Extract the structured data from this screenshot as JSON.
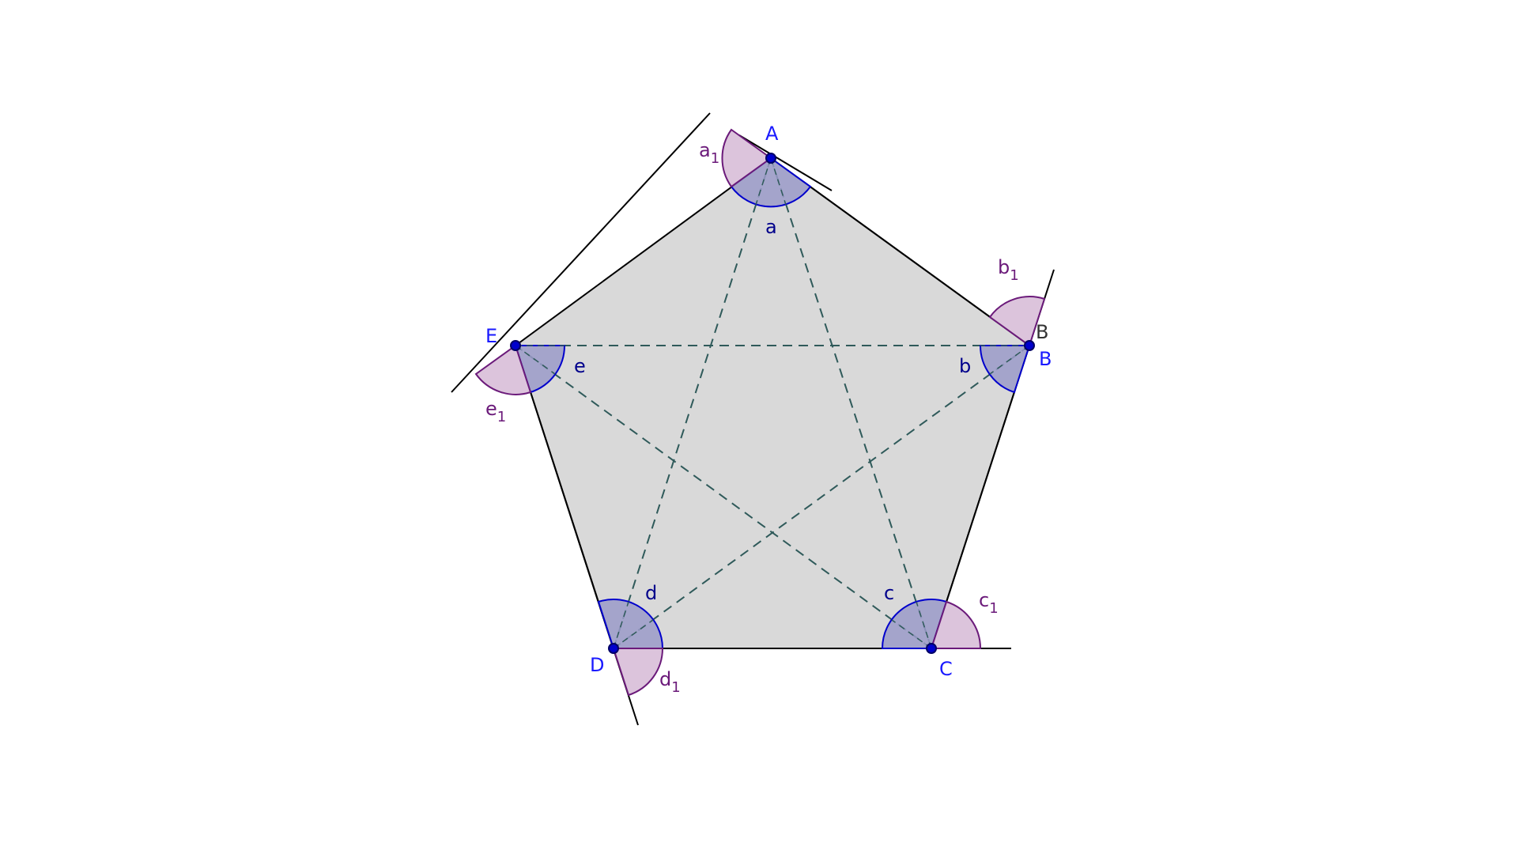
{
  "colors": {
    "fill": "#d9d9d9",
    "edge": "#000000",
    "dash": "#2f5a5a",
    "interior_fill": "#9a9ac8",
    "interior_stroke": "#0000cc",
    "exterior_fill": "#d8bed8",
    "exterior_stroke": "#6b1a7a",
    "vertex_label": "#1a1aff",
    "interior_label": "#00008b",
    "exterior_label": "#6b1a7a",
    "stray_label": "#333333",
    "point_fill": "#0000cc",
    "point_stroke": "#000066"
  },
  "vertices": {
    "A": {
      "label": "A"
    },
    "B": {
      "label": "B"
    },
    "C": {
      "label": "C"
    },
    "D": {
      "label": "D"
    },
    "E": {
      "label": "E"
    }
  },
  "stray_label": "B",
  "interior_angles": {
    "a": "a",
    "b": "b",
    "c": "c",
    "d": "d",
    "e": "e"
  },
  "exterior_angles": {
    "a1": {
      "base": "a",
      "sub": "1"
    },
    "b1": {
      "base": "b",
      "sub": "1"
    },
    "c1": {
      "base": "c",
      "sub": "1"
    },
    "d1": {
      "base": "d",
      "sub": "1"
    },
    "e1": {
      "base": "e",
      "sub": "1"
    }
  }
}
